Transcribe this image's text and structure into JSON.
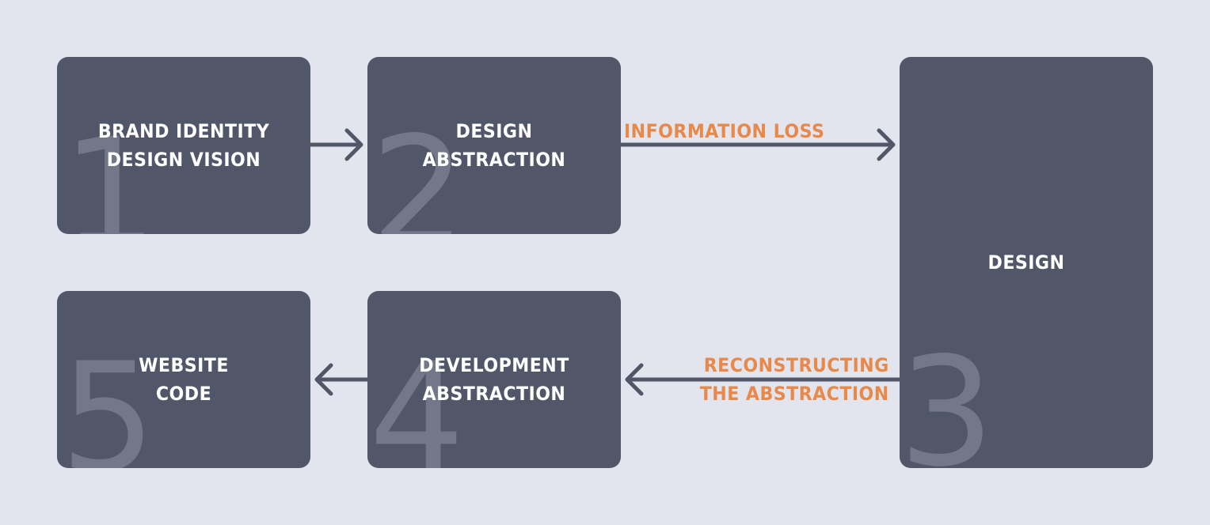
{
  "colors": {
    "background": "#e2e5ee",
    "box": "#515769",
    "numeral": "#727888",
    "label": "#ffffff",
    "annotation": "#e8894a",
    "arrow": "#515769"
  },
  "steps": [
    {
      "number": "1",
      "lines": [
        "BRAND IDENTITY",
        "DESIGN VISION"
      ]
    },
    {
      "number": "2",
      "lines": [
        "DESIGN",
        "ABSTRACTION"
      ]
    },
    {
      "number": "3",
      "lines": [
        "DESIGN"
      ]
    },
    {
      "number": "4",
      "lines": [
        "DEVELOPMENT",
        "ABSTRACTION"
      ]
    },
    {
      "number": "5",
      "lines": [
        "WEBSITE",
        "CODE"
      ]
    }
  ],
  "annotations": {
    "information_loss": [
      "INFORMATION LOSS"
    ],
    "reconstructing": [
      "RECONSTRUCTING",
      "THE ABSTRACTION"
    ]
  }
}
